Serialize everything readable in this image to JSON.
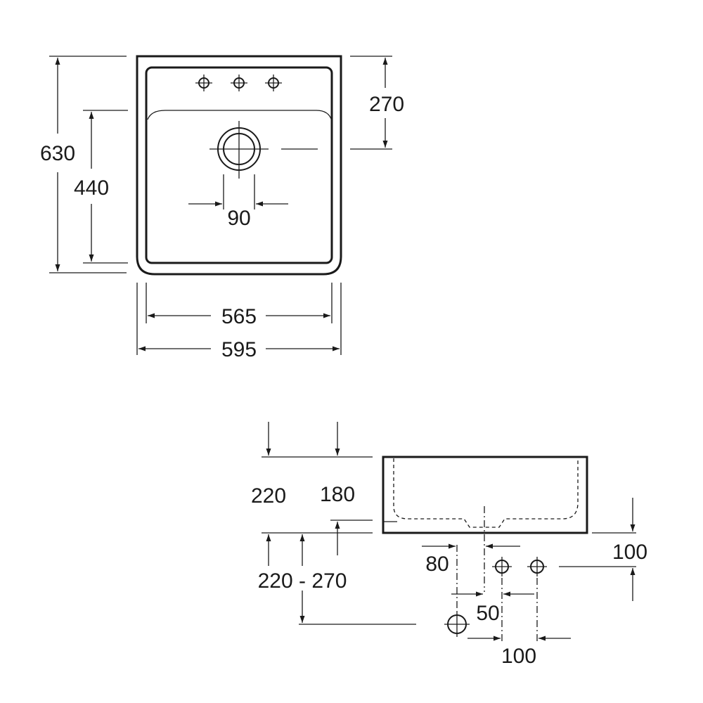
{
  "top_view": {
    "dim_height_total": "630",
    "dim_height_inner": "440",
    "dim_tap_offset": "270",
    "dim_drain": "90",
    "dim_width_inner": "565",
    "dim_width_total": "595"
  },
  "side_view": {
    "dim_height_220": "220",
    "dim_height_180": "180",
    "dim_mount_range": "220 - 270",
    "dim_80": "80",
    "dim_50": "50",
    "dim_100_right": "100",
    "dim_100_bottom": "100"
  },
  "colors": {
    "line": "#1a1a1a",
    "background": "#ffffff"
  }
}
